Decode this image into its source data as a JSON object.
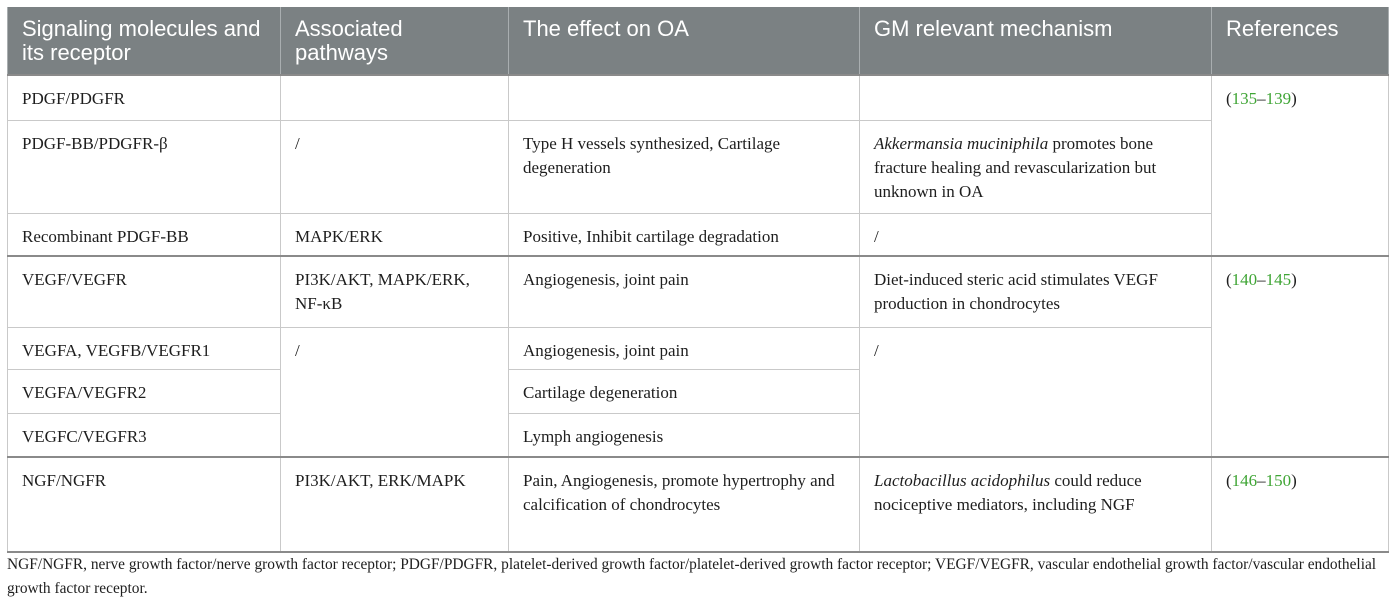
{
  "headers": [
    "Signaling molecules and its receptor",
    "Associated pathways",
    "The effect on OA",
    "GM relevant mechanism",
    "References"
  ],
  "rows": [
    {
      "molecule": "PDGF/PDGFR",
      "pathway": "",
      "effect": "",
      "mechanism": ""
    },
    {
      "molecule": "PDGF-BB/PDGFR-β",
      "pathway": "/",
      "effect": "Type H vessels synthesized, Cartilage degeneration",
      "mechanism_italic": "Akkermansia muciniphila",
      "mechanism_rest": " promotes bone fracture healing and revascularization but unknown in OA"
    },
    {
      "molecule": "Recombinant PDGF-BB",
      "pathway": "MAPK/ERK",
      "effect": "Positive, Inhibit cartilage degradation",
      "mechanism": "/"
    },
    {
      "molecule": "VEGF/VEGFR",
      "pathway": "PI3K/AKT, MAPK/ERK, NF-κB",
      "effect": "Angiogenesis, joint pain",
      "mechanism": "Diet-induced steric acid stimulates VEGF production in chondrocytes"
    },
    {
      "molecule": "VEGFA, VEGFB/VEGFR1",
      "pathway": "/",
      "effect": "Angiogenesis, joint pain",
      "mechanism": "/"
    },
    {
      "molecule": "VEGFA/VEGFR2",
      "effect": "Cartilage degeneration"
    },
    {
      "molecule": "VEGFC/VEGFR3",
      "effect": "Lymph angiogenesis"
    },
    {
      "molecule": "NGF/NGFR",
      "pathway": "PI3K/AKT, ERK/MAPK",
      "effect": "Pain, Angiogenesis, promote hypertrophy and calcification of chondrocytes",
      "mechanism_italic": "Lactobacillus acidophilus",
      "mechanism_rest": " could reduce nociceptive mediators, including NGF"
    }
  ],
  "references": [
    {
      "open": "(",
      "start": "135",
      "dash": "–",
      "end": "139",
      "close": ")"
    },
    {
      "open": "(",
      "start": "140",
      "dash": "–",
      "end": "145",
      "close": ")"
    },
    {
      "open": "(",
      "start": "146",
      "dash": "–",
      "end": "150",
      "close": ")"
    }
  ],
  "footnote": "NGF/NGFR, nerve growth factor/nerve growth factor receptor; PDGF/PDGFR, platelet-derived growth factor/platelet-derived growth factor receptor; VEGF/VEGFR, vascular endothelial growth factor/vascular endothelial growth factor receptor.",
  "colors": {
    "header_bg": "#7b8183",
    "header_text": "#ffffff",
    "link": "#3fa535",
    "body_text": "#1e1e1e"
  }
}
